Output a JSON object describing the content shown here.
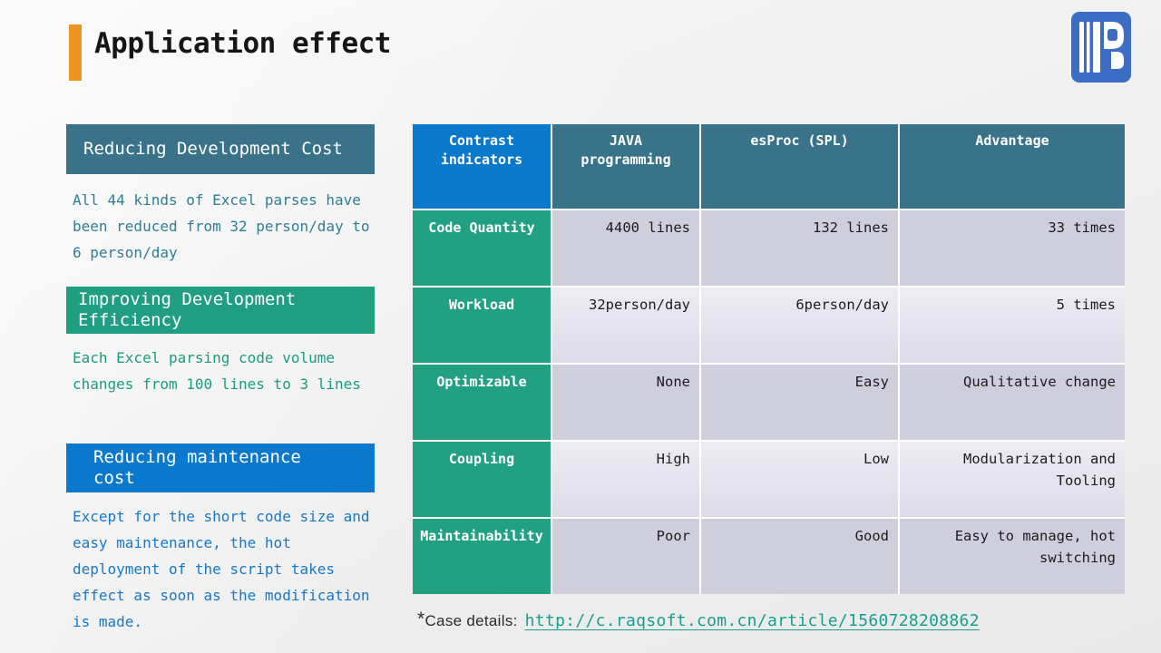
{
  "slide": {
    "title": "Application effect"
  },
  "logo": {
    "name": "raqsoft-logo",
    "color": "#3d6cc4"
  },
  "left_panel": {
    "sections": [
      {
        "heading": "Reducing Development Cost",
        "heading_bg": "#3a7389",
        "body": "All 44 kinds of Excel parses have\nbeen reduced from 32 person/day to\n6 person/day",
        "body_color": "#2e7e96"
      },
      {
        "heading": "Improving Development\nEfficiency",
        "heading_bg": "#1f9e81",
        "body": "Each Excel parsing code volume\nchanges from 100 lines to 3 lines",
        "body_color": "#1a9c80"
      },
      {
        "heading": "Reducing maintenance\ncost",
        "heading_bg": "#0a79cd",
        "body": "Except for the short code size and\neasy maintenance, the hot\ndeployment of the script takes\neffect as soon as the modification\nis made.",
        "body_color": "#1878c8"
      }
    ]
  },
  "table": {
    "headers": [
      "Contrast\nindicators",
      "JAVA\nprogramming",
      "esProc (SPL)",
      "Advantage"
    ],
    "header_first_bg": "#0a78cb",
    "header_bg": "#397389",
    "label_bg": "#22a082",
    "row_dark_bg": "#cfcedd",
    "row_light_bg": "#eae9f2",
    "rows": [
      {
        "label": "Code Quantity",
        "cells": [
          "4400 lines",
          "132 lines",
          "33 times"
        ]
      },
      {
        "label": "Workload",
        "cells": [
          "32person/day",
          "6person/day",
          "5 times"
        ]
      },
      {
        "label": "Optimizable",
        "cells": [
          "None",
          "Easy",
          "Qualitative change"
        ]
      },
      {
        "label": "Coupling",
        "cells": [
          "High",
          "Low",
          "Modularization and\nTooling"
        ]
      },
      {
        "label": "Maintainability",
        "cells": [
          "Poor",
          "Good",
          "Easy to manage, hot\nswitching"
        ]
      }
    ]
  },
  "footnote": {
    "star": "*",
    "label": "Case details:",
    "link_text": "http://c.raqsoft.com.cn/article/1560728208862",
    "link_color": "#169f8f"
  },
  "colors": {
    "accent_orange": "#ee9421",
    "title_text": "#161616",
    "background": "#efefef"
  }
}
